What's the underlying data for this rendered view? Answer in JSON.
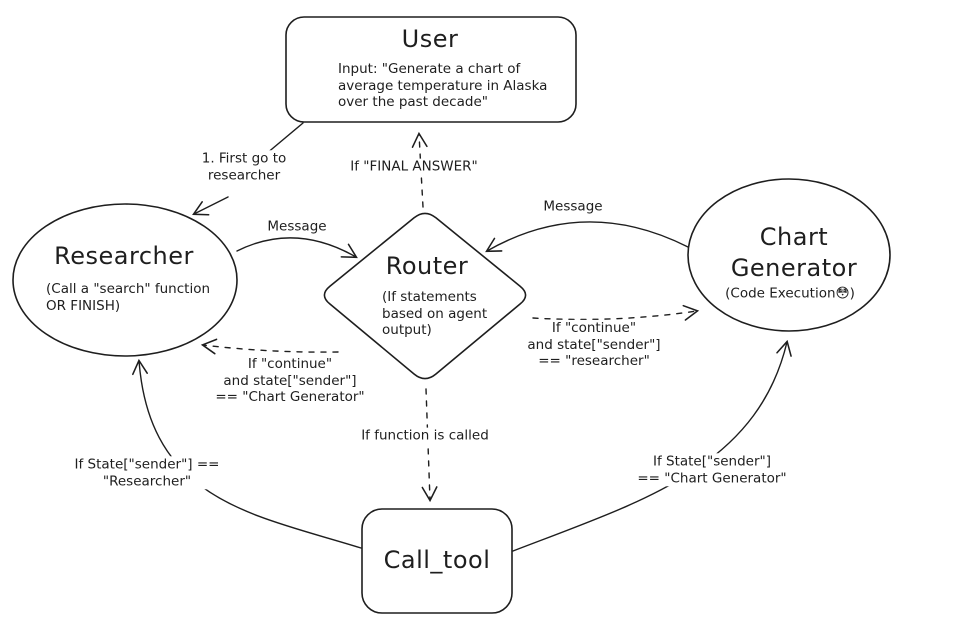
{
  "colors": {
    "background": "#ffffff",
    "stroke": "#1e1e1e",
    "text": "#1e1e1e"
  },
  "nodes": {
    "user": {
      "title": "User",
      "body": "Input: \"Generate a chart of\naverage temperature in Alaska\nover the past decade\""
    },
    "researcher": {
      "title": "Researcher",
      "body": "(Call a \"search\" function\nOR FINISH)"
    },
    "router": {
      "title": "Router",
      "body": "(If statements\nbased on agent\noutput)"
    },
    "chart_generator": {
      "title": "Chart\nGenerator",
      "body": "(Code Execution😳)"
    },
    "call_tool": {
      "title": "Call_tool"
    }
  },
  "edge_labels": {
    "user_to_researcher": "1. First go to\nresearcher",
    "router_to_user": "If \"FINAL ANSWER\"",
    "researcher_to_router": "Message",
    "chart_generator_to_router": "Message",
    "router_to_researcher": "If \"continue\"\nand state[\"sender\"]\n== \"Chart Generator\"",
    "router_to_chart_generator": "If \"continue\"\nand state[\"sender\"]\n== \"researcher\"",
    "router_to_call_tool": "If function is called",
    "call_tool_to_researcher": "If State[\"sender\"] ==\n\"Researcher\"",
    "call_tool_to_chart_generator": "If State[\"sender\"]\n== \"Chart Generator\""
  }
}
